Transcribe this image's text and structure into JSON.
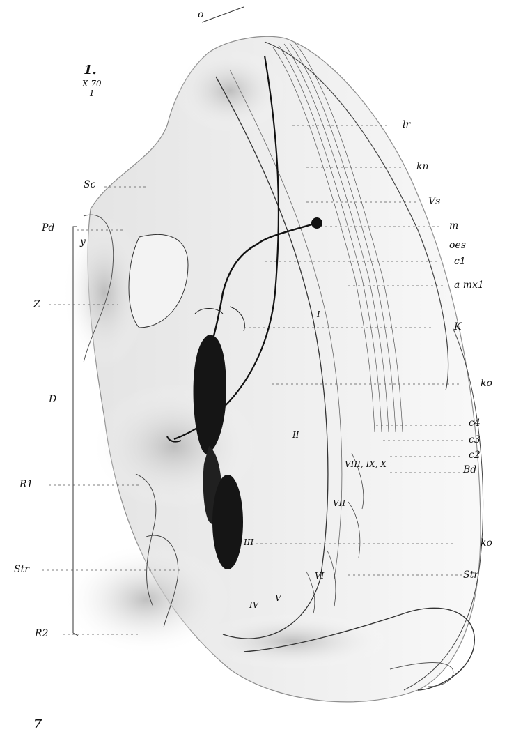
{
  "figure": {
    "number": "1.",
    "magnification": "X 70",
    "magnification_sub": "1",
    "plate_number": "7"
  },
  "labels": {
    "top": "o",
    "left": {
      "sc": "Sc",
      "pd": "Pd",
      "y": "y",
      "z": "Z",
      "d": "D",
      "r1": "R1",
      "str": "Str",
      "r2": "R2"
    },
    "right": {
      "lr": "lr",
      "kn": "kn",
      "vs": "Vs",
      "m": "m",
      "oes": "oes",
      "c1": "c1",
      "amx1": "a mx1",
      "k": "K",
      "ko1": "ko",
      "c4": "c4",
      "c3": "c3",
      "c2": "c2",
      "bd": "Bd",
      "ko2": "ko",
      "str": "Str"
    },
    "segments": [
      "I",
      "II",
      "III",
      "IV",
      "V",
      "VI",
      "VII",
      "VIII, IX, X"
    ]
  },
  "colors": {
    "ink": "#111111",
    "shade": "#9a9a9a",
    "gut": "#151515"
  }
}
